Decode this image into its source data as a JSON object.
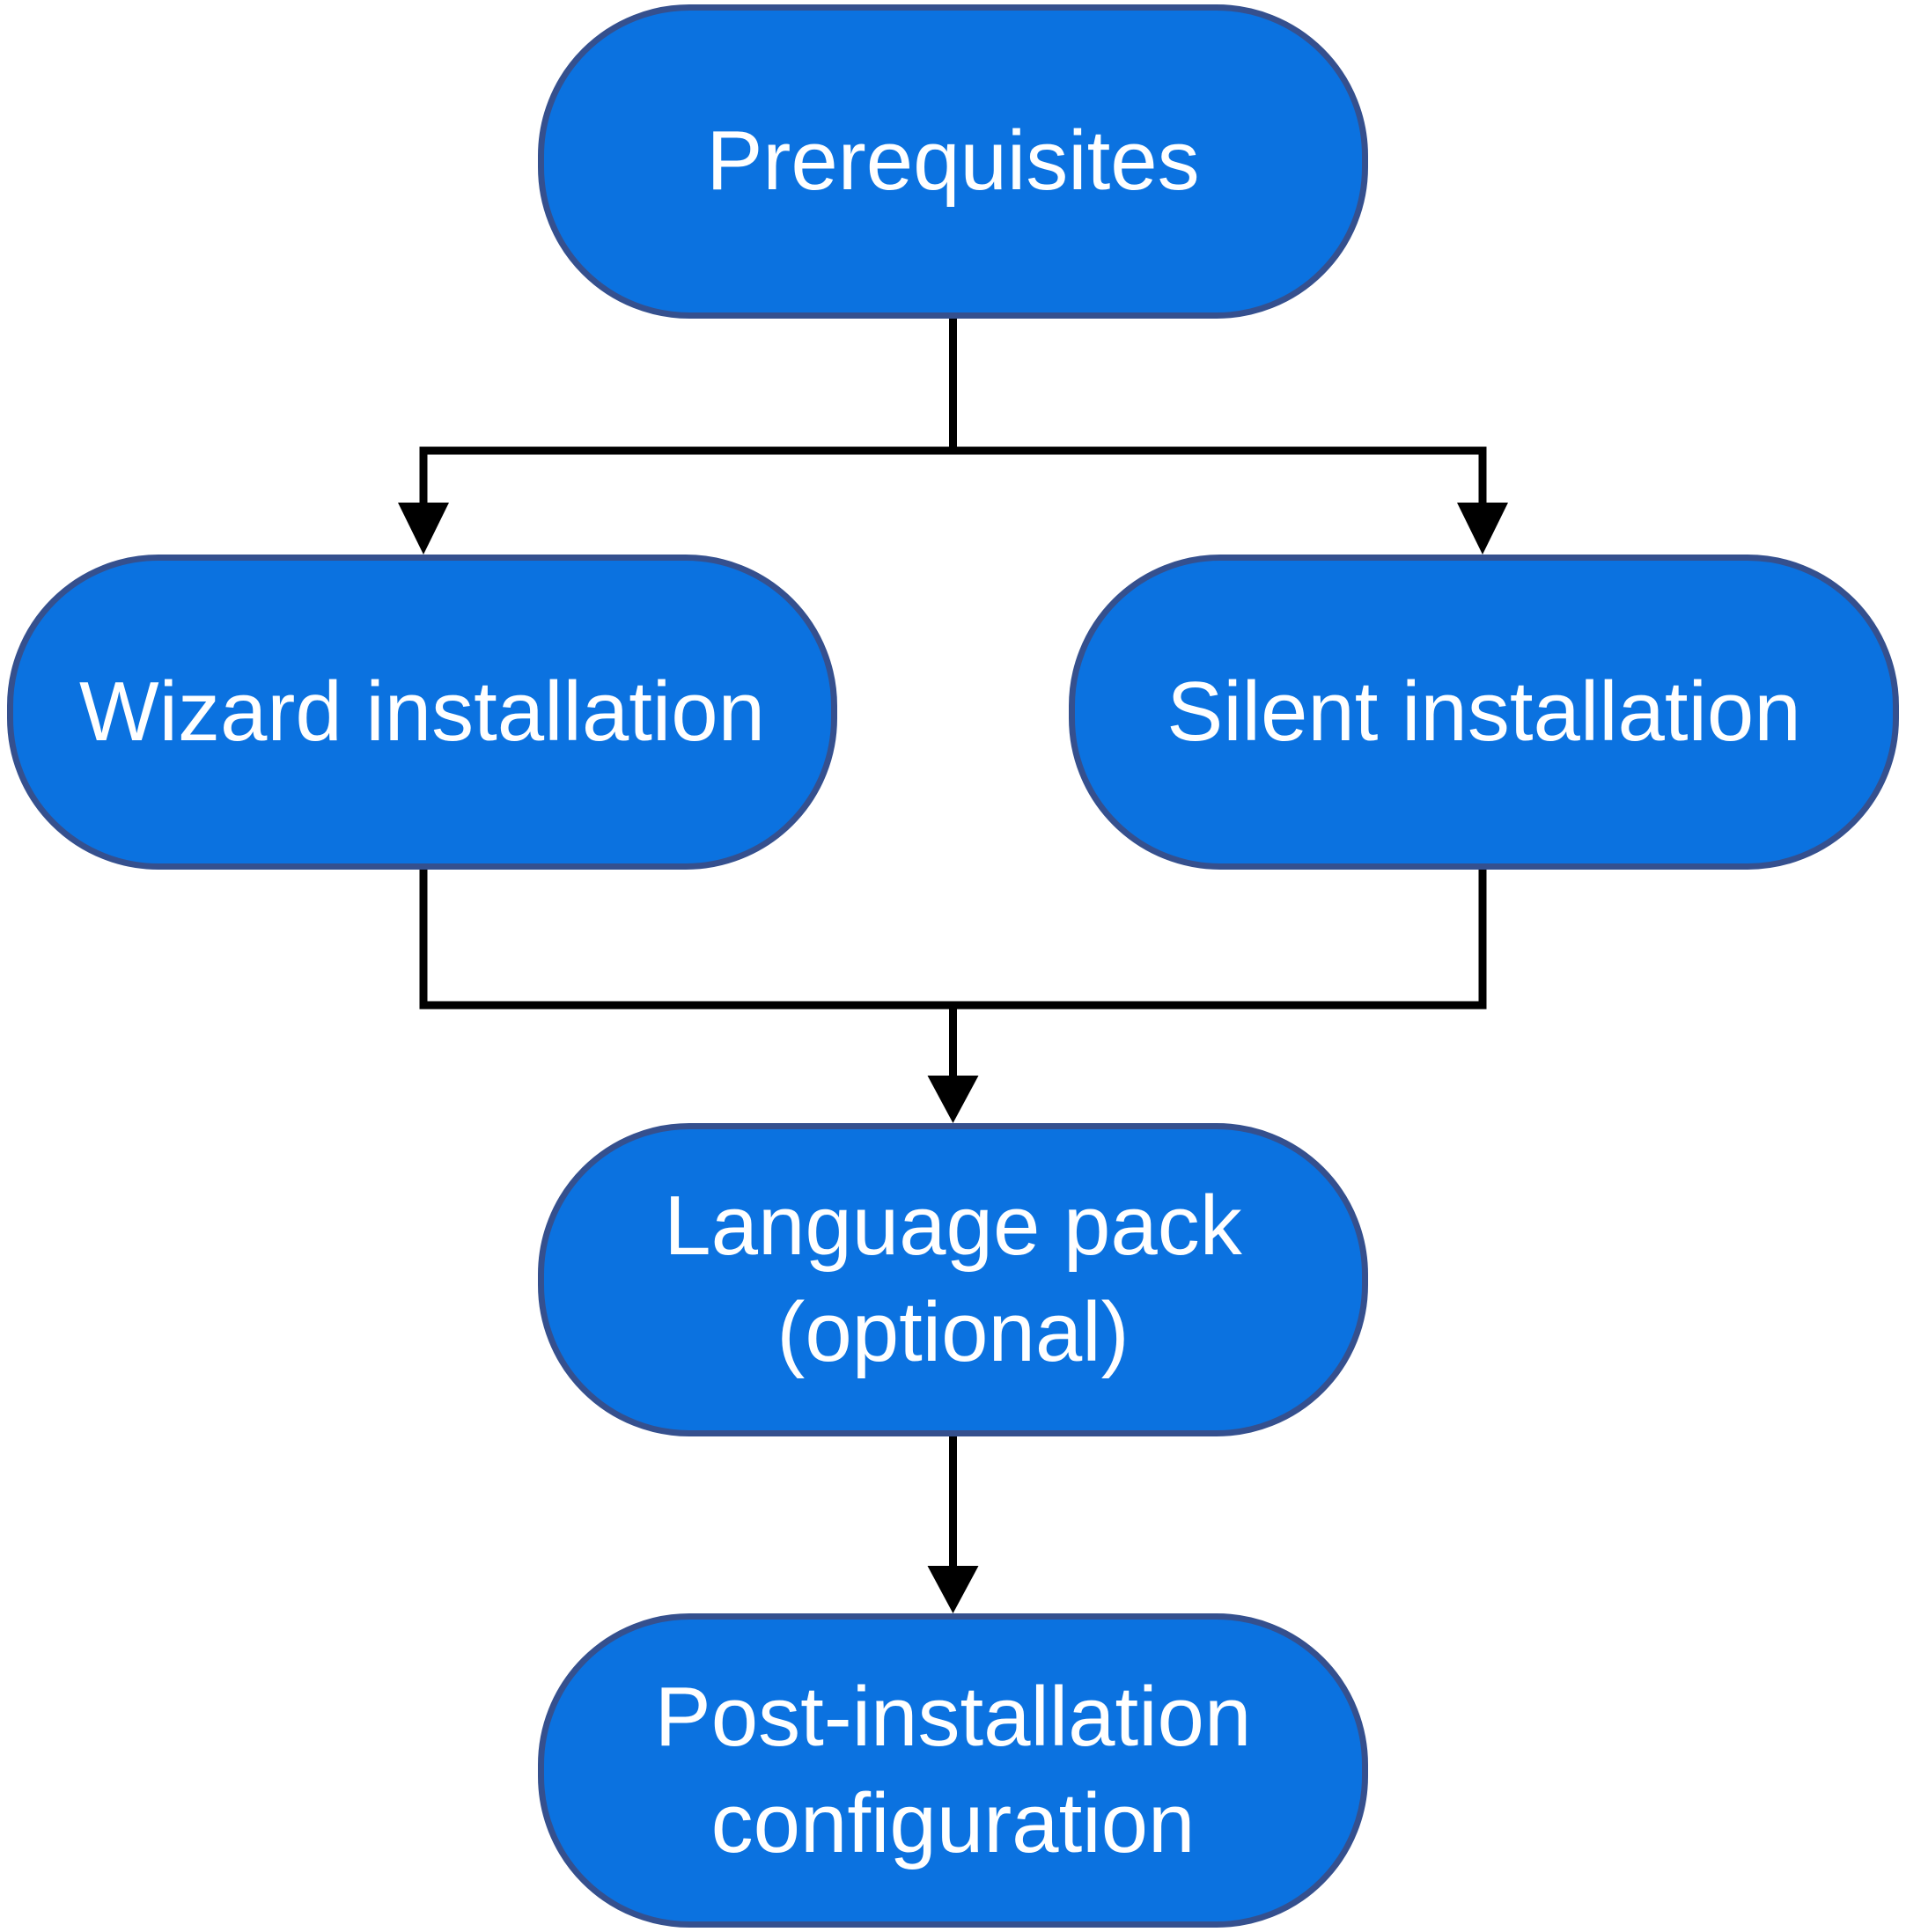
{
  "diagram": {
    "type": "flowchart",
    "background_color": "#FFFFFF",
    "colors": {
      "node_fill": "#0B72E0",
      "node_border": "#35508E",
      "node_text": "#FFFFFF",
      "connector": "#000000"
    },
    "nodes": [
      {
        "id": "prerequisites",
        "label": "Prerequisites"
      },
      {
        "id": "wizard-installation",
        "label": "Wizard installation"
      },
      {
        "id": "silent-installation",
        "label": "Silent installation"
      },
      {
        "id": "language-pack",
        "label": "Language pack\n(optional)"
      },
      {
        "id": "post-installation-configuration",
        "label": "Post-installation\nconfiguration"
      }
    ],
    "edges": [
      {
        "from": "prerequisites",
        "to": "wizard-installation"
      },
      {
        "from": "prerequisites",
        "to": "silent-installation"
      },
      {
        "from": "wizard-installation",
        "to": "language-pack"
      },
      {
        "from": "silent-installation",
        "to": "language-pack"
      },
      {
        "from": "language-pack",
        "to": "post-installation-configuration"
      }
    ]
  }
}
